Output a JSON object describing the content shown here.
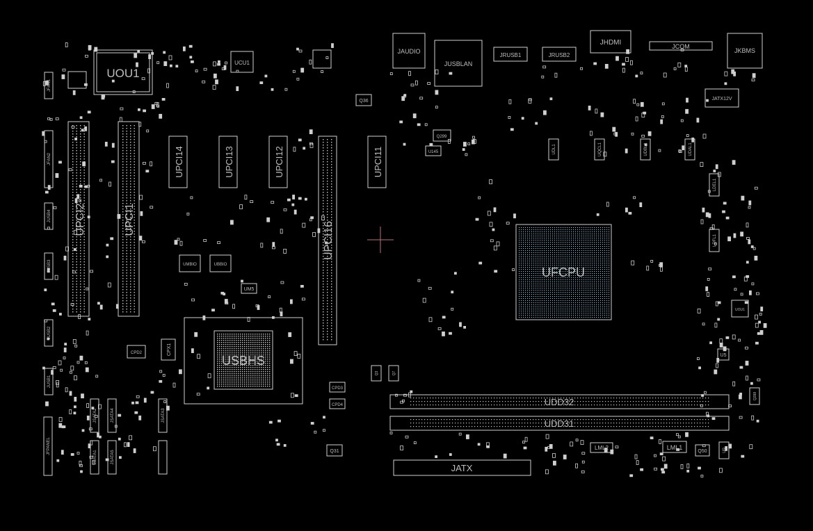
{
  "viewer": {
    "title": ""
  },
  "board": {
    "colors": {
      "background": "#000000",
      "outline": "#cfcfcf",
      "label": "#bdbdbd",
      "bga_ball": "#7fd0e6",
      "cursor": "#c07070"
    },
    "labels": {
      "uou1": "UOU1",
      "ucu1": "UCU1",
      "jaudio": "JAUDIO",
      "jusblan": "JUSBLAN",
      "jrusb1": "JRUSB1",
      "jrusb2": "JRUSB2",
      "jhdmi": "JHDMI",
      "jcom": "JCOM",
      "jkbms": "JKBMS",
      "jatx12v": "JATX12V",
      "q36": "Q36",
      "q299": "Q299",
      "u145": "U145",
      "upci2": "UPCI2",
      "upci1": "UPCI1",
      "upci14": "UPCI14",
      "upci13": "UPCI13",
      "upci12": "UPCI12",
      "upci11": "UPCI11",
      "upci16": "UPCI16",
      "ufcpu": "UFCPU",
      "usbhs": "USBHS",
      "ubmbio": "UMBIO",
      "ubbio": "UBBIO",
      "um5": "UM5",
      "cpd2": "CPD2",
      "cpx1": "CPX1",
      "cpd3": "CPD3",
      "cpd4": "CPD4",
      "udd32": "UDD32",
      "udd31": "UDD31",
      "jatx": "JATX",
      "q31": "Q31",
      "lml2": "LML2",
      "lml1": "LML1",
      "q50": "Q50",
      "u9": "U9",
      "uou1_small": "UOU1",
      "u5": "U5",
      "q288": "Q288",
      "ldel1": "LDEL1",
      "ldfl1": "LDFL1",
      "udl1": "UDL1",
      "uqcl1": "UQCL1",
      "udbl1": "UDBL1",
      "udal1": "UDAL1",
      "q3": "Q3",
      "q7": "Q7",
      "jfpanel": "JFPANEL",
      "jsata2": "JSATA2",
      "jsata4": "JSATA4",
      "jsata3": "JSATA3",
      "jsata1": "JSATA1",
      "jsata5": "JSATA5",
      "jusb4": "JUSB4",
      "jusb3": "JUSB3",
      "jusb2": "JUSB2",
      "jusb1": "JUSB1",
      "jfan1": "JFAN1",
      "jfan2": "JFAN2"
    }
  }
}
